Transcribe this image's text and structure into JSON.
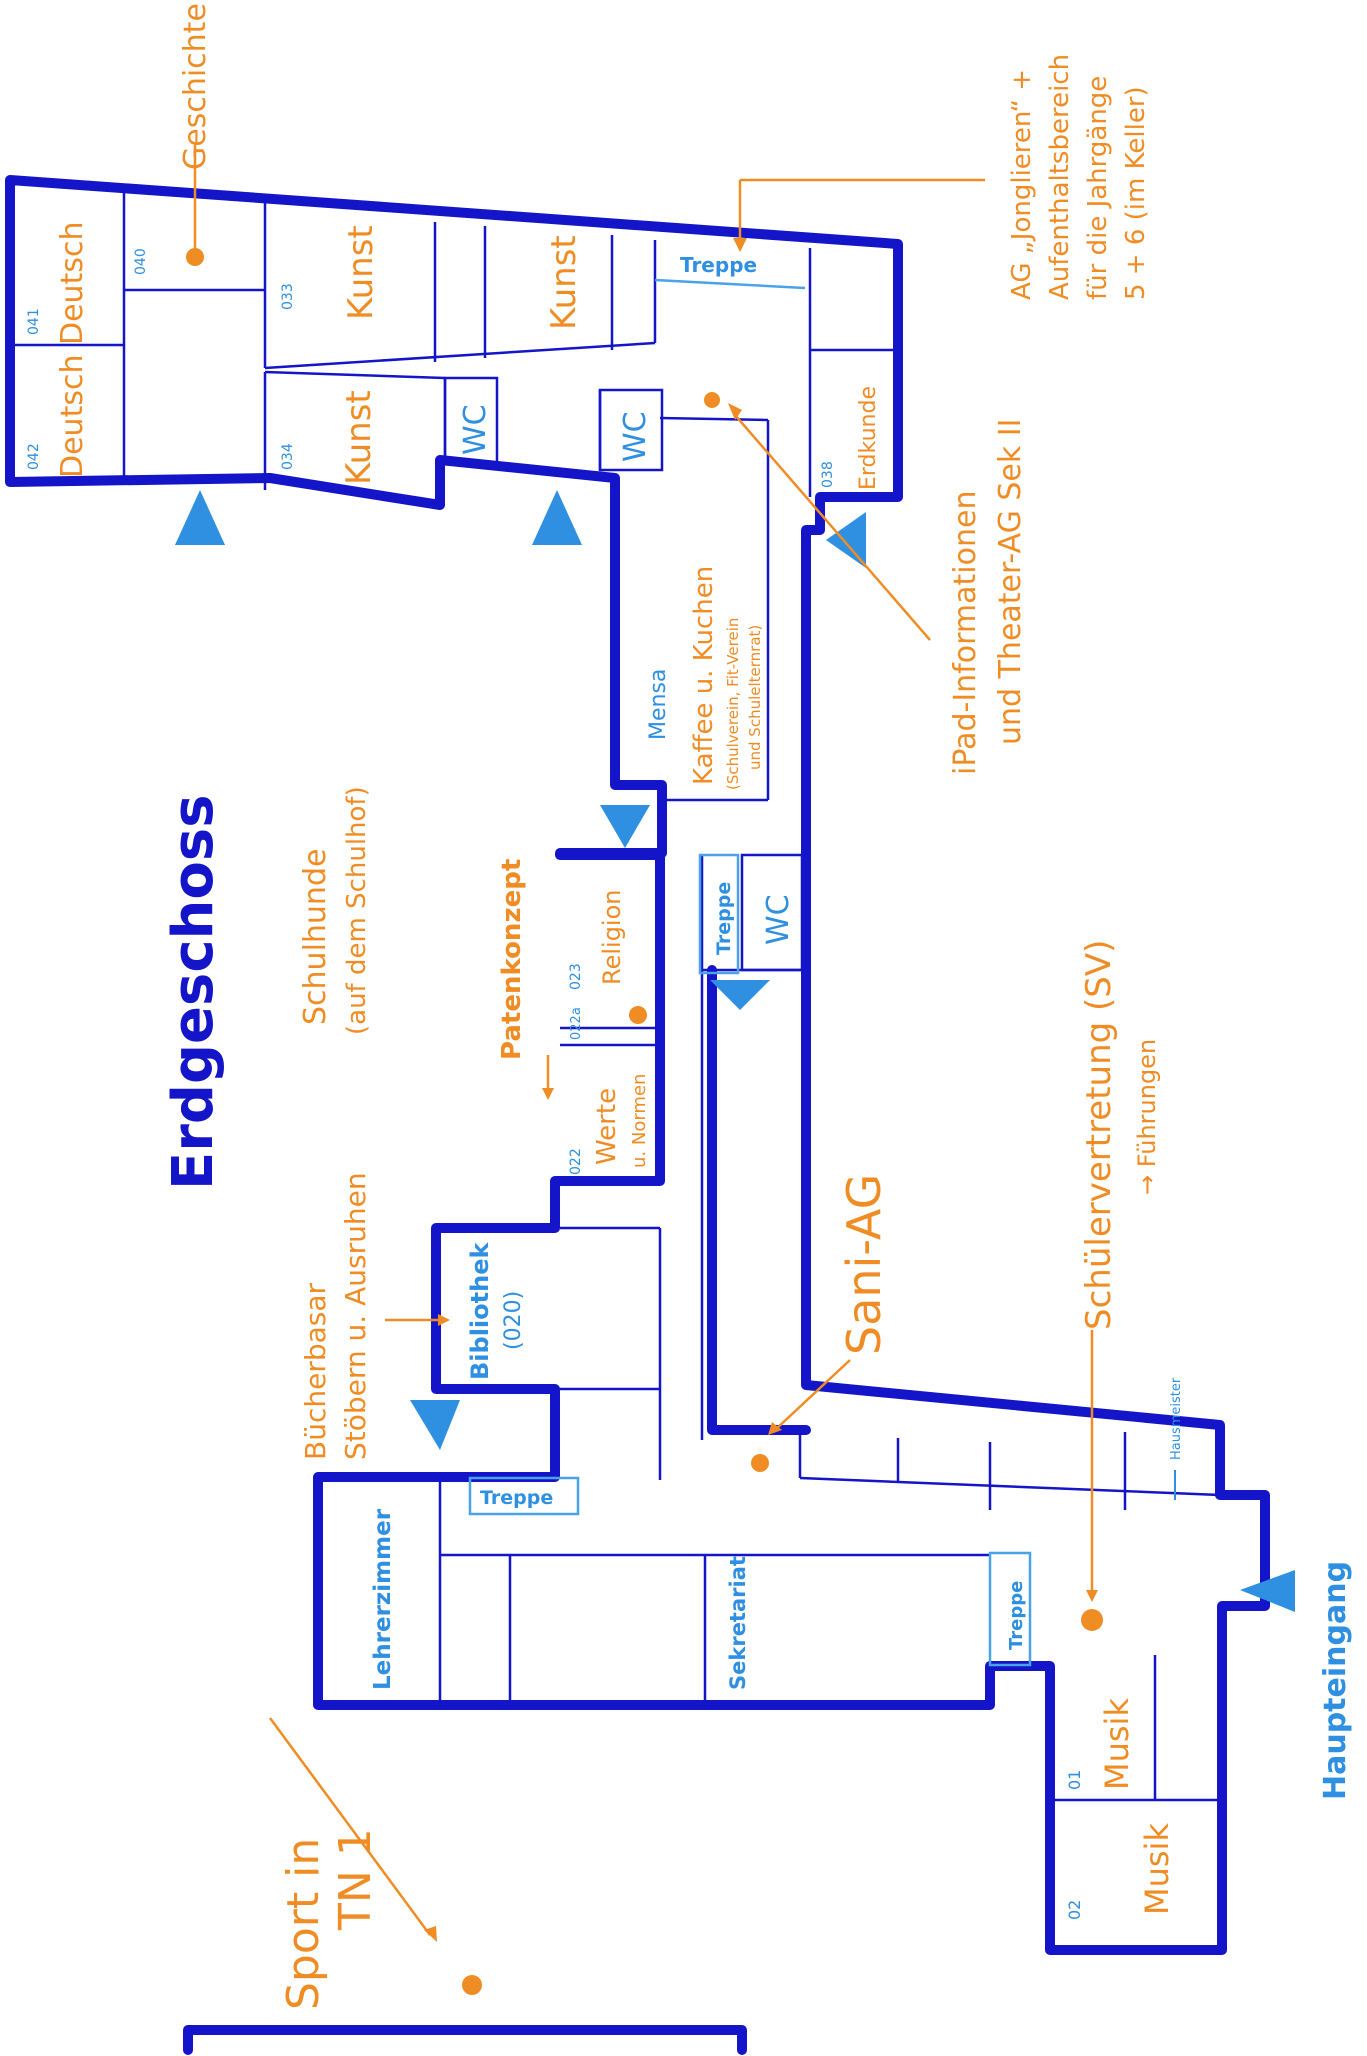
{
  "title": "Erdgeschoss",
  "entrance": "Haupteingang",
  "rooms": {
    "r042_number": "042",
    "r042_label": "Deutsch",
    "r041_number": "041",
    "r041_label": "Deutsch",
    "r040_number": "040",
    "r034_number": "034",
    "r034_label": "Kunst",
    "r033_number": "033",
    "r033_label": "Kunst",
    "kunst_east_label": "Kunst",
    "r038_number": "038",
    "r038_label": "Erdkunde",
    "wc_label": "WC",
    "treppe_label": "Treppe",
    "mensa_label": "Mensa",
    "mensa_event": "Kaffee u. Kuchen",
    "mensa_note_1": "(Schulverein, Fit-Verein",
    "mensa_note_2": "und Schulelternrat)",
    "r023_number": "023",
    "r023_label": "Religion",
    "r022a_number": "022a",
    "r022_number": "022",
    "r022_label_1": "Werte",
    "r022_label_2": "u. Normen",
    "bibliothek_label": "Bibliothek",
    "bibliothek_number": "(020)",
    "lehrerzimmer_label": "Lehrerzimmer",
    "sekretariat_label": "Sekretariat",
    "hausmeister_label": "Hausmeister",
    "r01_number": "01",
    "r01_label": "Musik",
    "r02_number": "02",
    "r02_label": "Musik"
  },
  "annotations": {
    "geschichte": "Geschichte",
    "ag_line1": "AG „Jonglieren“ +",
    "ag_line2": "Aufenthaltsbereich",
    "ag_line3": "für die Jahrgänge",
    "ag_line4": "5 + 6 (im Keller)",
    "ipad_line1": "iPad-Informationen",
    "ipad_line2": "und Theater-AG Sek II",
    "schulhunde_line1": "Schulhunde",
    "schulhunde_line2": "(auf dem Schulhof)",
    "patenkonzept": "Patenkonzept",
    "buecherbasar_line1": "Bücherbasar",
    "buecherbasar_line2": "Stöbern u. Ausruhen",
    "sani_ag": "Sani-AG",
    "sv_line1": "Schülervertretung (SV)",
    "sv_line2": "→ Führungen",
    "sport_line1": "Sport in",
    "sport_line2": "TN 1"
  },
  "colors": {
    "walls": "#1414c8",
    "annotations": "#f08c24",
    "stairs_and_entrances": "#2f8fe0"
  }
}
